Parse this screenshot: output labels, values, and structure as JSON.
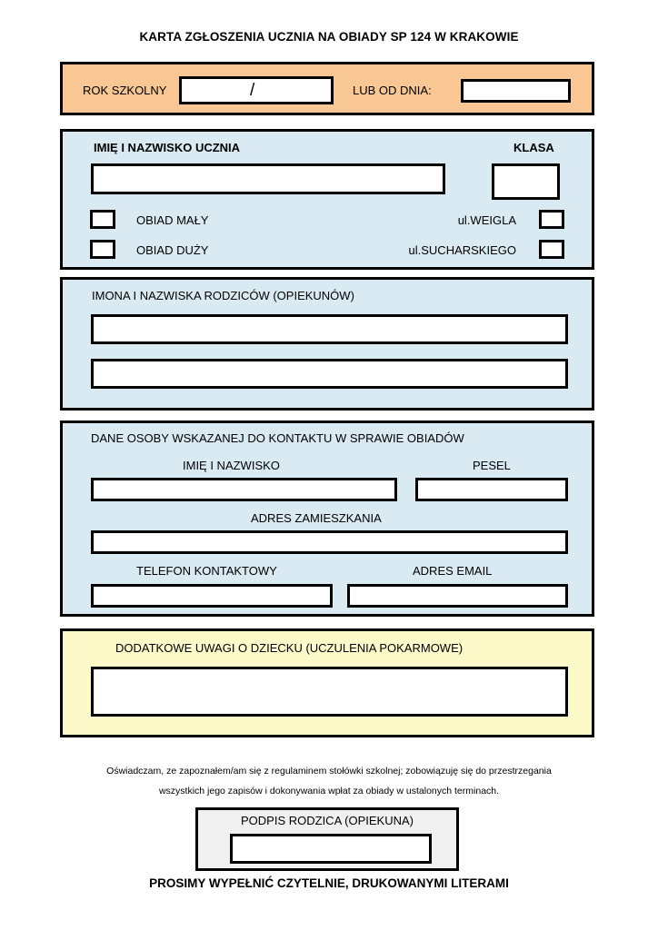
{
  "document": {
    "title": "KARTA ZGŁOSZENIA UCZNIA NA OBIADY SP 124 W KRAKOWIE",
    "footer_note": "PROSIMY WYPEŁNIĆ CZYTELNIE, DRUKOWANYMI LITERAMI"
  },
  "colors": {
    "orange": "#F8C794",
    "blue": "#D9EAF2",
    "yellow": "#FBFAC8",
    "gray": "#F0F0F0",
    "border": "#000000",
    "field": "#FFFFFF"
  },
  "school_year_section": {
    "year_label": "ROK SZKOLNY",
    "year_value": "",
    "year_separator": "/",
    "from_date_label": "LUB OD DNIA:",
    "from_date_value": ""
  },
  "student_section": {
    "name_label": "IMIĘ I NAZWISKO UCZNIA",
    "name_value": "",
    "class_label": "KLASA",
    "class_value": "",
    "meal_options": [
      {
        "label": "OBIAD MAŁY",
        "checked": false
      },
      {
        "label": "OBIAD DUŻY",
        "checked": false
      }
    ],
    "location_options": [
      {
        "label": "ul.WEIGLA",
        "checked": false
      },
      {
        "label": "ul.SUCHARSKIEGO",
        "checked": false
      }
    ]
  },
  "parents_section": {
    "label": "IMONA I NAZWISKA RODZICÓW (OPIEKUNÓW)",
    "parent_1_value": "",
    "parent_2_value": ""
  },
  "contact_section": {
    "heading": "DANE OSOBY WSKAZANEJ DO KONTAKTU W SPRAWIE OBIADÓW",
    "name_label": "IMIĘ I NAZWISKO",
    "name_value": "",
    "pesel_label": "PESEL",
    "pesel_value": "",
    "address_label": "ADRES ZAMIESZKANIA",
    "address_value": "",
    "phone_label": "TELEFON KONTAKTOWY",
    "phone_value": "",
    "email_label": "ADRES EMAIL",
    "email_value": ""
  },
  "notes_section": {
    "label": "DODATKOWE UWAGI O DZIECKU (UCZULENIA POKARMOWE)",
    "value": ""
  },
  "declaration": {
    "line_1": "Oświadczam, ze zapoznałem/am się z regulaminem stołówki szkolnej; zobowiązuję się do przestrzegania",
    "line_2": "wszystkich jego zapisów i dokonywania wpłat za obiady w ustalonych terminach."
  },
  "signature_section": {
    "label": "PODPIS RODZICA (OPIEKUNA)",
    "value": ""
  }
}
